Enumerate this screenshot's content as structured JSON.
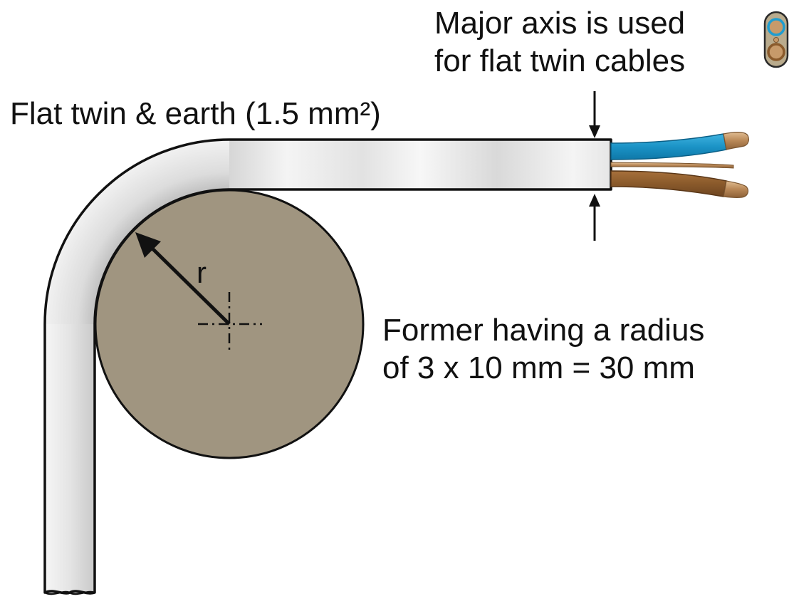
{
  "labels": {
    "cable": "Flat twin & earth (1.5 mm²)",
    "axis_line1": "Major axis is used",
    "axis_line2": "for flat twin cables",
    "former_line1": "Former having a radius",
    "former_line2": "of 3 x 10 mm = 30 mm",
    "radius": "r"
  },
  "colors": {
    "former_fill": "#a09580",
    "cable_sheath_light": "#f2f2f2",
    "cable_sheath_shade": "#bdbdbd",
    "blue_core": "#1f9dd0",
    "brown_core": "#8a5a2b",
    "copper": "#c79a6a",
    "outline": "#111111"
  },
  "icons": [
    "cable-cross-section-icon"
  ]
}
